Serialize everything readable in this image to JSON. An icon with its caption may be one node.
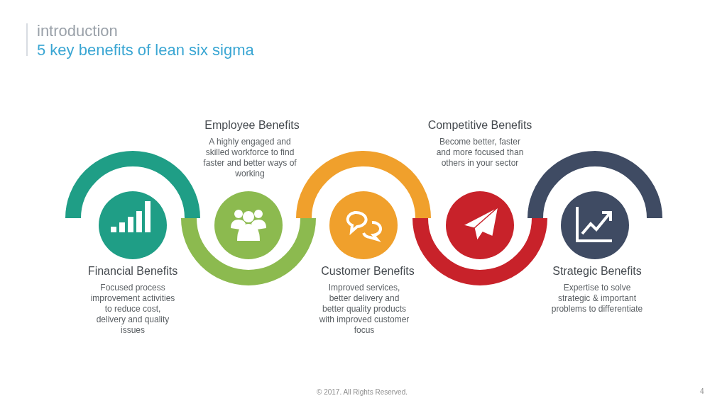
{
  "diagram": {
    "title": "5 key benefits of lean six sigma",
    "labels": [
      "introduction",
      "Financial Benefits",
      "Focused process improvement activities to reduce cost, delivery and quality issues",
      "Employee Benefits",
      "A highly engaged and skilled workforce to find faster and better ways of working",
      "Customer Benefits",
      "Improved services, better delivery and better quality products with improved customer focus",
      "Competitive Benefits",
      "Become better, faster and more focused than others in your sector",
      "Strategic Benefits",
      "Expertise to solve strategic & important problems to differentiate",
      "© 2017. All Rights Reserved.",
      "4"
    ]
  }
}
